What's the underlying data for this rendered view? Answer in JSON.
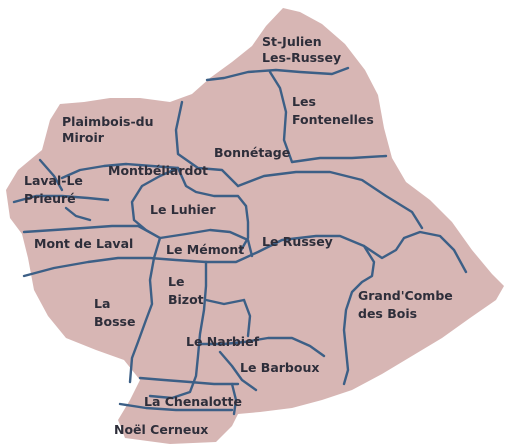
{
  "map": {
    "region_color": "#d7b6b4",
    "boundary_color": "#3c5f86",
    "label_color": "#2e2e3a",
    "places": [
      {
        "id": "st-julien-les-russey",
        "lines": [
          "St-Julien",
          "Les-Russey"
        ]
      },
      {
        "id": "les-fontenelles",
        "lines": [
          "Les",
          "Fontenelles"
        ]
      },
      {
        "id": "plaimbois-du-miroir",
        "lines": [
          "Plaimbois-du",
          "Miroir"
        ]
      },
      {
        "id": "bonnetage",
        "lines": [
          "Bonnétage"
        ]
      },
      {
        "id": "montbeliardot",
        "lines": [
          "Montbéliardot"
        ]
      },
      {
        "id": "laval-le-prieure",
        "lines": [
          "Laval-Le",
          "Prieuré"
        ]
      },
      {
        "id": "le-luhier",
        "lines": [
          "Le Luhier"
        ]
      },
      {
        "id": "mont-de-laval",
        "lines": [
          "Mont de Laval"
        ]
      },
      {
        "id": "le-memont",
        "lines": [
          "Le Mémont"
        ]
      },
      {
        "id": "le-russey",
        "lines": [
          "Le Russey"
        ]
      },
      {
        "id": "le-bizot",
        "lines": [
          "Le",
          "Bizot"
        ]
      },
      {
        "id": "la-bosse",
        "lines": [
          "La",
          "Bosse"
        ]
      },
      {
        "id": "grand-combe-des-bois",
        "lines": [
          "Grand'Combe",
          "des Bois"
        ]
      },
      {
        "id": "le-narbief",
        "lines": [
          "Le Narbief"
        ]
      },
      {
        "id": "le-barboux",
        "lines": [
          "Le Barboux"
        ]
      },
      {
        "id": "la-chenalotte",
        "lines": [
          "La Chenalotte"
        ]
      },
      {
        "id": "noel-cerneux",
        "lines": [
          "Noël Cerneux"
        ]
      }
    ]
  }
}
